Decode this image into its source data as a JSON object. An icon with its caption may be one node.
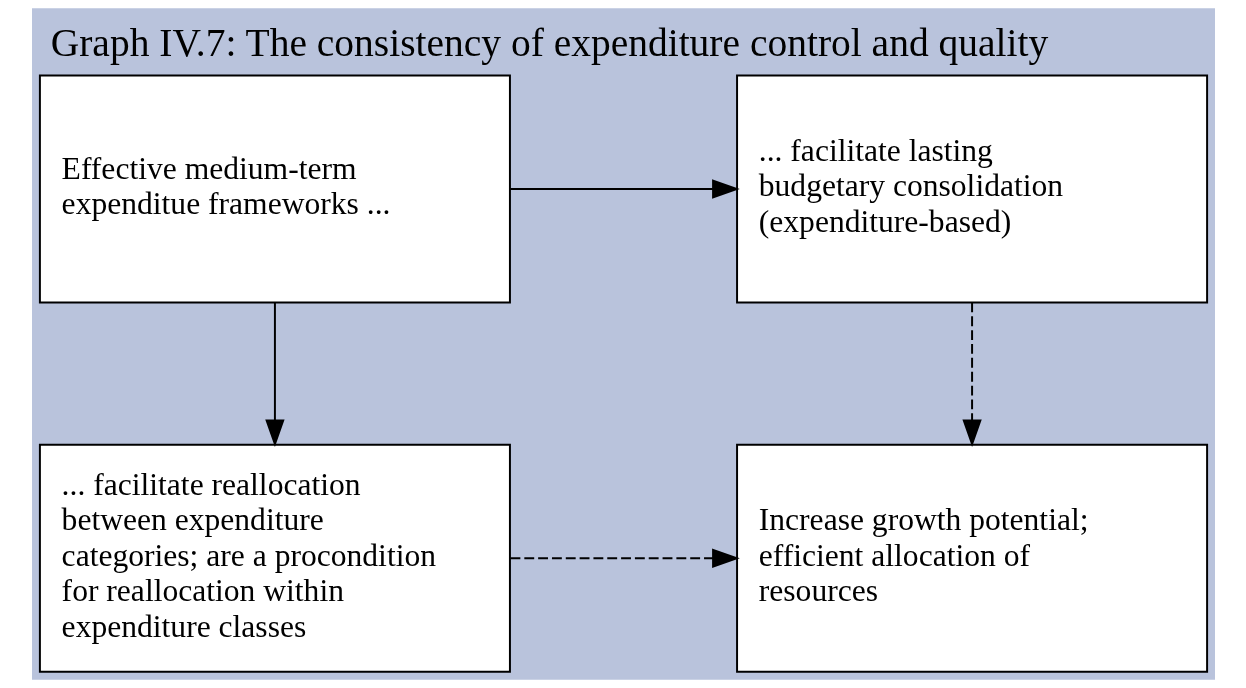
{
  "diagram": {
    "title": "Graph IV.7: The consistency of expenditure control and quality",
    "nodes": [
      {
        "text": [
          "Effective medium-term expenditue frameworks ..."
        ]
      },
      {
        "text": [
          "... facilitate lasting budgetary consolidation (expenditure-based)"
        ]
      },
      {
        "text": [
          "... facilitate reallocation between expenditure categories; are a procondition for reallocation within expenditure classes"
        ]
      },
      {
        "text": [
          "Increase growth potential; efficient allocation of resources"
        ]
      }
    ],
    "edges": [
      {
        "from": 0,
        "to": 1,
        "arrow": "to"
      },
      {
        "from": 0,
        "to": 2,
        "arrow": "to"
      },
      {
        "from": 1,
        "to": 3,
        "arrow": "to",
        "style": "dashed"
      },
      {
        "from": 2,
        "to": 3,
        "arrow": "to",
        "style": "dashed"
      }
    ]
  }
}
